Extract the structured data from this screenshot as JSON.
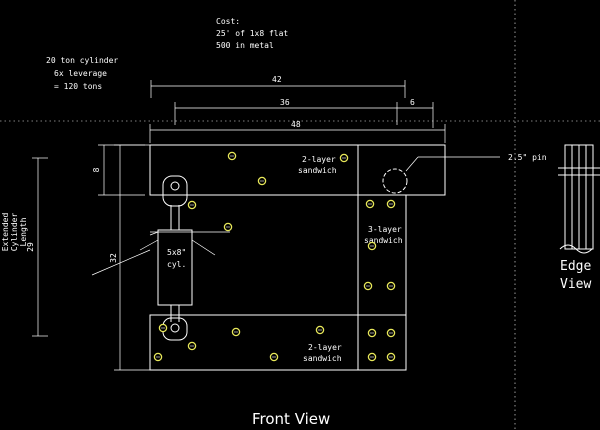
{
  "notes": {
    "cost_title": "Cost:",
    "cost_line1": "25' of 1x8 flat",
    "cost_line2": "500 in metal",
    "cylinder_line1": "20 ton cylinder",
    "cylinder_line2": "6x leverage",
    "cylinder_line3": "= 120 tons"
  },
  "dimensions": {
    "overall_width": "42",
    "inner_width": "36",
    "offset": "6",
    "plate_width": "48",
    "top_height": "8",
    "frame_height": "32",
    "cylinder_length": "29"
  },
  "labels": {
    "top_sandwich_line1": "2-layer",
    "top_sandwich_line2": "sandwich",
    "right_sandwich_line1": "3-layer",
    "right_sandwich_line2": "sandwich",
    "bottom_sandwich_line1": "2-layer",
    "bottom_sandwich_line2": "sandwich",
    "pin": "2.5\" pin",
    "cylinder_line1": "5x8\"",
    "cylinder_line2": "cyl.",
    "extended_line1": "Extended",
    "extended_line2": "Cylinder",
    "extended_line3": "Length",
    "front_view": "Front View",
    "edge_line1": "Edge",
    "edge_line2": "View"
  },
  "colors": {
    "background": "#000000",
    "lines": "#ffffff",
    "bolts": "#e8e85a"
  }
}
